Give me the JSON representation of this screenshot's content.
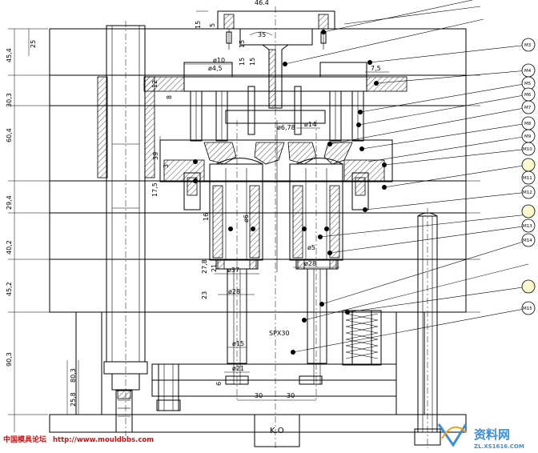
{
  "drawing": {
    "top_dim": "46.4",
    "dim_45_4": "45,4",
    "dim_25": "25",
    "dim_30_3": "30,3",
    "dim_60_4": "60,4",
    "dim_29_4": "29,4",
    "dim_40_2": "40,2",
    "dim_45_2": "45,2",
    "dim_90_3": "90,3",
    "dim_80_3": "80,3",
    "dim_25_8": "25,8",
    "dim_15_a": "15",
    "dim_5": "5",
    "dim_15_b": "15",
    "dim_15_c": "15",
    "dim_15_d": "15",
    "dim_35": "35",
    "dim_phi10": "ø10",
    "dim_phi4_5": "ø4,5",
    "dim_7_5": "7,5",
    "dim_12": "12",
    "dim_8": "8",
    "dim_phi6_78": "ø6,78",
    "dim_phi14": "ø14",
    "dim_39": "39",
    "dim_17_5": "17,5",
    "dim_3": "3",
    "dim_16": "16",
    "dim_phi6": "ø6",
    "dim_27_8": "27,8",
    "dim_21": "21",
    "dim_phi5": "ø5",
    "dim_phi28_r": "ø28",
    "dim_23": "23",
    "dim_phi37": "ø37",
    "dim_phi28_l": "ø28",
    "dim_phi15": "ø15",
    "dim_phi21": "ø21",
    "dim_6": "6",
    "dim_30_l": "30",
    "dim_30_r": "30",
    "spring_label": "SPX30",
    "ko_label": "K.O",
    "balloons": [
      "M3",
      "M4",
      "M5",
      "M6",
      "M7",
      "M8",
      "M9",
      "M10",
      "M11",
      "M12",
      "M13",
      "M14",
      "M15"
    ]
  },
  "watermark": {
    "left_text": "中国模具论坛",
    "left_url": "http://www.mouldbbs.com",
    "logo_main": "资料网",
    "logo_sub": "ZL.XS1616.COM"
  }
}
